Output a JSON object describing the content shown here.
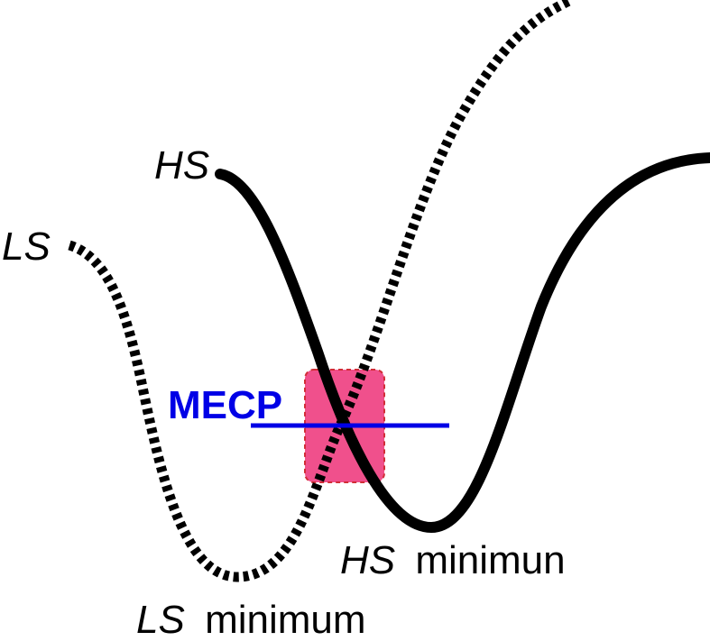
{
  "diagram": {
    "curves": {
      "ls": {
        "label": "LS",
        "style": "dashed",
        "color": "#000000"
      },
      "hs": {
        "label": "HS",
        "style": "solid",
        "color": "#000000"
      }
    },
    "crossing": {
      "label": "MECP",
      "line_color": "#0000e6",
      "box_color": "#f0508c"
    },
    "minima": {
      "ls": {
        "prefix": "LS",
        "suffix": "minimum"
      },
      "hs": {
        "prefix": "HS",
        "suffix": "minimun"
      }
    }
  }
}
